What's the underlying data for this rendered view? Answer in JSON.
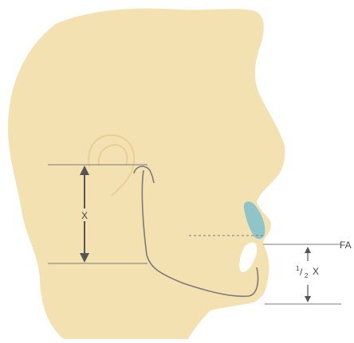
{
  "colors": {
    "skin": "#f3e1b2",
    "skin_shadow": "#e8cf94",
    "line": "#7b7b7b",
    "arrow": "#555555",
    "accent_blue": "#8fc5c8",
    "white_part": "#ffffff"
  },
  "labels": {
    "x_label": "X",
    "half_x_prefix": "1/2",
    "half_x_num": "1",
    "half_x_den": "2",
    "half_x_suffix": "X",
    "fa_label": "FA"
  }
}
